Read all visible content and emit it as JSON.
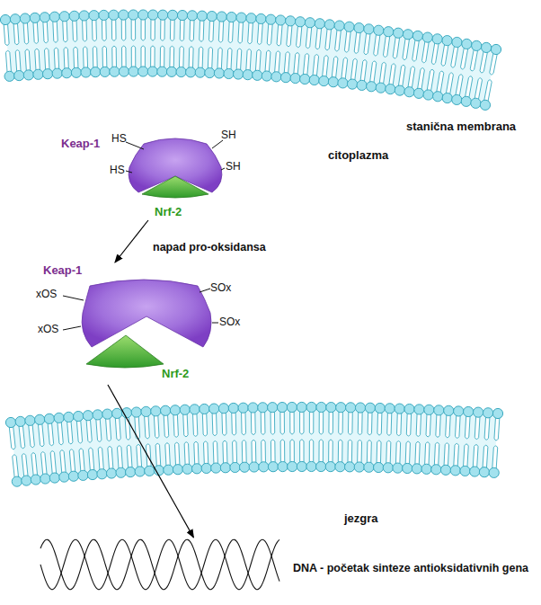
{
  "diagram": {
    "nodes": [
      {
        "text": [
          "Keap-1",
          "HS",
          "SH",
          "HS",
          "SH"
        ]
      },
      {
        "text": [
          "Nrf-2"
        ],
        "in": 0
      },
      {
        "text": [
          "Keap-1",
          "xOS",
          "SOx",
          "xOS",
          "SOx"
        ]
      },
      {
        "text": [
          "Nrf-2"
        ]
      },
      {
        "text": [
          "DNA - početak sinteze antioksidativnih gena"
        ]
      }
    ],
    "edges": [
      {
        "from": 0,
        "to": 2,
        "arrow": "to",
        "label": "napad pro-oksidansa"
      },
      {
        "from": 3,
        "to": 4,
        "arrow": "to"
      }
    ],
    "labels": [
      "stanična membrana",
      "citoplazma",
      "jezgra"
    ]
  }
}
